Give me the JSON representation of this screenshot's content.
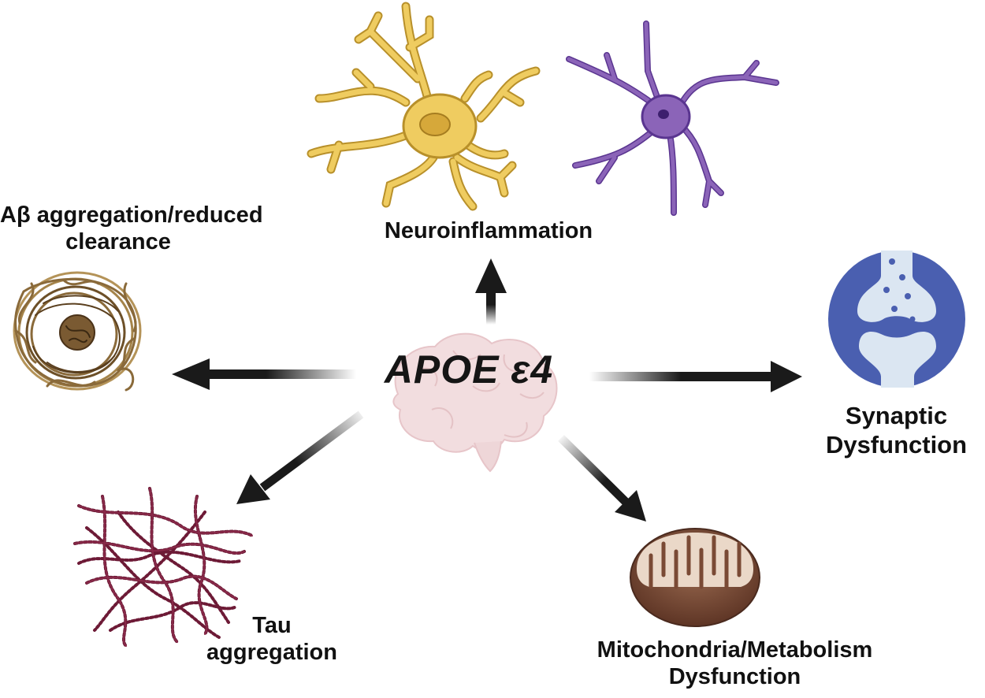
{
  "center": {
    "title": "APOE ε4"
  },
  "outcomes": {
    "neuroinflammation": {
      "label": "Neuroinflammation"
    },
    "amyloid": {
      "line1": "Aβ aggregation/reduced",
      "line2": "clearance"
    },
    "synaptic": {
      "line1": "Synaptic",
      "line2": "Dysfunction"
    },
    "tau": {
      "line1": "Tau",
      "line2": "aggregation"
    },
    "mitochondria": {
      "line1": "Mitochondria/Metabolism",
      "line2": "Dysfunction"
    }
  },
  "colors": {
    "arrow": "#1a1a1a",
    "microglia": "#efcc60",
    "microglia_outline": "#b8902a",
    "astrocyte": "#8b64b8",
    "astrocyte_nucleus": "#5a3590",
    "synapse_circle": "#4a5fb0",
    "synapse_terminal": "#dbe6f2",
    "tau_fibril": "#6d1a36",
    "amyloid_fiber": "#8a6a3a",
    "mitochondria_outer": "#7a4a35",
    "mitochondria_inner": "#ead8c8",
    "brain": "#f0d8da"
  },
  "icons": {
    "microglia": "microglia-cell-icon",
    "astrocyte": "astrocyte-cell-icon",
    "amyloid": "amyloid-plaque-icon",
    "synapse": "synapse-icon",
    "tau": "tau-tangle-icon",
    "mitochondria": "mitochondria-icon",
    "brain": "brain-icon"
  }
}
